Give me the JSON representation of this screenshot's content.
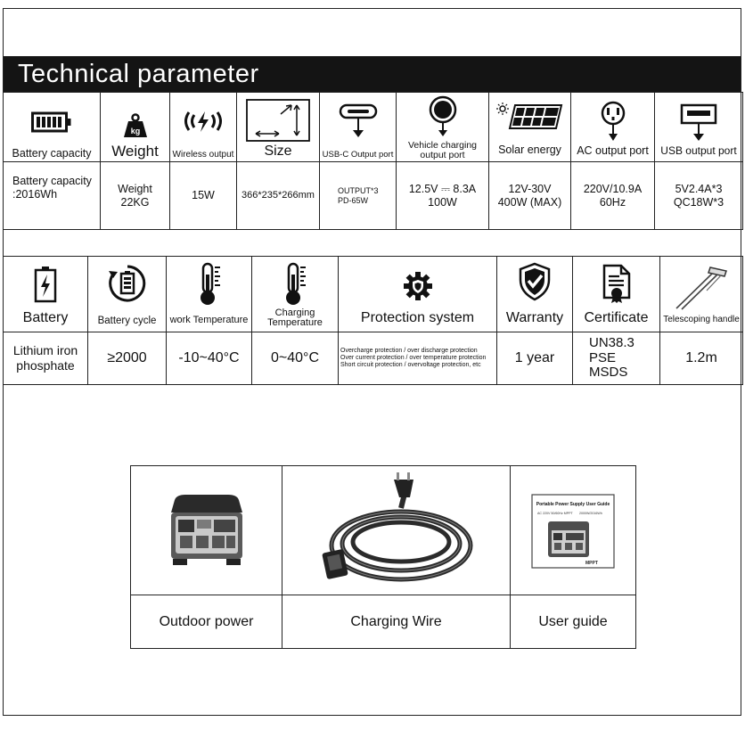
{
  "header": {
    "title": "Technical parameter"
  },
  "specs_row1": [
    {
      "label": "Battery capacity",
      "value_lines": [
        "Battery capacity",
        ":2016Wh"
      ],
      "icon": "battery-bar-icon"
    },
    {
      "label": "Weight",
      "value_lines": [
        "Weight",
        "22KG"
      ],
      "icon": "kg-weight-icon"
    },
    {
      "label": "Wireless output",
      "value_lines": [
        "15W"
      ],
      "icon": "wireless-charging-icon"
    },
    {
      "label": "Size",
      "value_lines": [
        "366*235*266mm"
      ],
      "icon": "dimension-box-icon"
    },
    {
      "label": "USB-C Output port",
      "value_lines": [
        "OUTPUT*3",
        "PD-65W"
      ],
      "icon": "usb-c-port-icon"
    },
    {
      "label_lines": [
        "Vehicle charging",
        "output port"
      ],
      "value_lines": [
        "12.5V ⎓ 8.3A",
        "100W"
      ],
      "icon": "car-charger-icon"
    },
    {
      "label": "Solar energy",
      "value_lines": [
        "12V-30V",
        "400W (MAX)"
      ],
      "icon": "solar-panel-icon"
    },
    {
      "label": "AC output port",
      "value_lines": [
        "220V/10.9A",
        "60Hz"
      ],
      "icon": "ac-outlet-icon"
    },
    {
      "label": "USB output port",
      "value_lines": [
        "5V2.4A*3",
        "QC18W*3"
      ],
      "icon": "usb-port-icon"
    }
  ],
  "specs_row2": [
    {
      "label": "Battery",
      "value_lines": [
        "Lithium iron",
        "phosphate"
      ],
      "icon": "battery-bolt-icon"
    },
    {
      "label": "Battery cycle",
      "value_lines": [
        "≥2000"
      ],
      "icon": "battery-cycle-icon"
    },
    {
      "label": "work Temperature",
      "value_lines": [
        "-10~40°C"
      ],
      "icon": "thermometer-icon"
    },
    {
      "label_lines": [
        "Charging",
        "Temperature"
      ],
      "value_lines": [
        "0~40°C"
      ],
      "icon": "thermometer-icon"
    },
    {
      "label": "Protection system",
      "value_lines": [
        "Overcharge protection / over discharge protection",
        "Over current protection / over temperature protection",
        "Short circuit protection / overvoltage protection, etc"
      ],
      "icon": "gear-shield-icon"
    },
    {
      "label": "Warranty",
      "value_lines": [
        "1 year"
      ],
      "icon": "warranty-shield-icon"
    },
    {
      "label": "Certificate",
      "value_lines": [
        "UN38.3",
        "PSE",
        "MSDS"
      ],
      "icon": "certificate-icon"
    },
    {
      "label": "Telescoping handle",
      "value_lines": [
        "1.2m"
      ],
      "icon": "telescoping-handle-icon"
    }
  ],
  "accessories": [
    {
      "label": "Outdoor power",
      "image": "power-station-image"
    },
    {
      "label": "Charging Wire",
      "image": "charging-wire-image"
    },
    {
      "label": "User guide",
      "image": "user-guide-image"
    }
  ],
  "user_guide_cover": {
    "title": "Portable Power Supply User Guide",
    "spec_left": "AC 220V 50/60Hz  MPPT",
    "spec_right": "2000W/2016Wh",
    "brand": "MPPT"
  }
}
